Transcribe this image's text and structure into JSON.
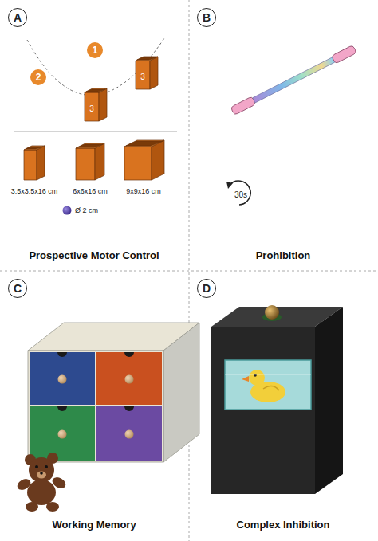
{
  "diagram": {
    "nodes": [
      {
        "text": [
          "A"
        ]
      },
      {
        "text": [
          "B"
        ]
      },
      {
        "text": [
          "C"
        ]
      },
      {
        "text": [
          "D"
        ]
      },
      {
        "text": [
          "1"
        ]
      },
      {
        "text": [
          "2"
        ]
      }
    ],
    "labels": [
      "3",
      "3",
      "3.5x3.5x16 cm",
      "6x6x16 cm",
      "9x9x16 cm",
      "Ø 2 cm",
      "30s",
      "Prospective Motor Control",
      "Prohibition",
      "Working Memory",
      "Complex Inhibition"
    ]
  }
}
